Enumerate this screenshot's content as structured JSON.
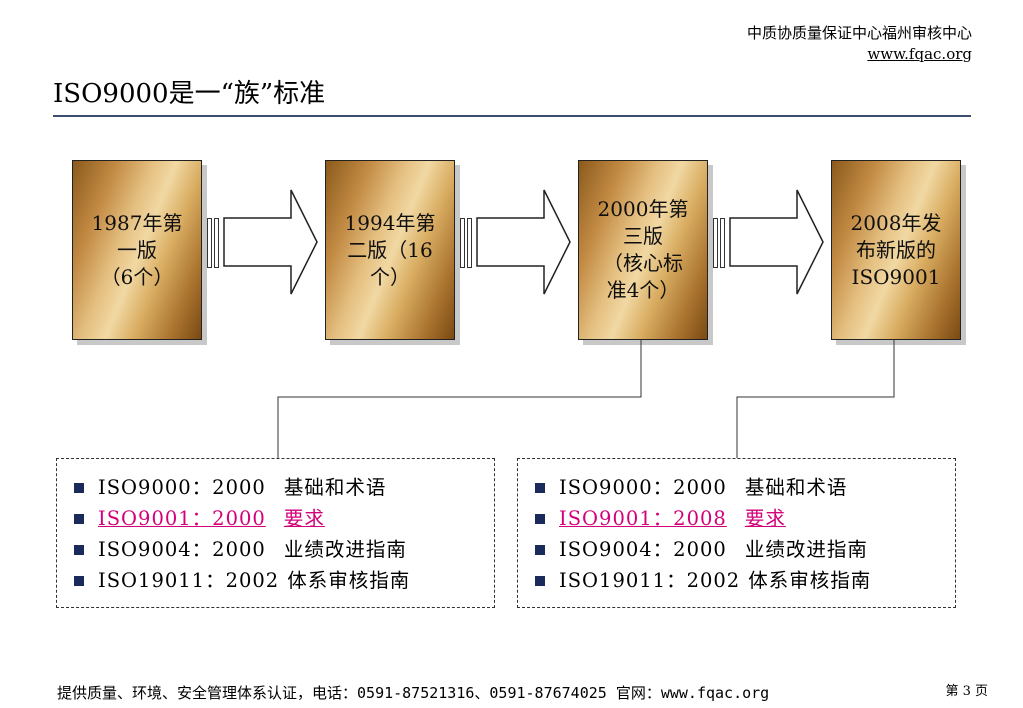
{
  "header": {
    "org_name": "中质协质量保证中心福州审核中心",
    "website": "www.fqac.org"
  },
  "title": "ISO9000是一“族”标准",
  "timeline": [
    {
      "label_lines": [
        "1987年第",
        "一版",
        "（6个）"
      ]
    },
    {
      "label_lines": [
        "1994年第",
        "二版（16",
        "个）"
      ]
    },
    {
      "label_lines": [
        "2000年第",
        "三版",
        "（核心标",
        "准4个）"
      ]
    },
    {
      "label_lines": [
        "2008年发",
        "布新版的",
        "ISO9001"
      ]
    }
  ],
  "lists": [
    {
      "items": [
        {
          "standard": "ISO9000：2000",
          "desc": "基础和术语",
          "highlight": false
        },
        {
          "standard": "ISO9001：2000",
          "desc": "要求",
          "highlight": true
        },
        {
          "standard": "ISO9004：2000",
          "desc": "业绩改进指南",
          "highlight": false
        },
        {
          "standard": "ISO19011：2002",
          "desc": "体系审核指南",
          "highlight": false
        }
      ]
    },
    {
      "items": [
        {
          "standard": "ISO9000：2000",
          "desc": "基础和术语",
          "highlight": false
        },
        {
          "standard": "ISO9001：2008",
          "desc": "要求",
          "highlight": true
        },
        {
          "standard": "ISO9004：2000",
          "desc": "业绩改进指南",
          "highlight": false
        },
        {
          "standard": "ISO19011：2002",
          "desc": "体系审核指南",
          "highlight": false
        }
      ]
    }
  ],
  "footer": {
    "text": "提供质量、环境、安全管理体系认证，电话：0591-87521316、0591-87674025  官网：www.fqac.org",
    "page": "第 3 页"
  },
  "colors": {
    "highlight": "#d4007a",
    "bullet": "#1a2a5a",
    "rule": "#3a4f6e"
  }
}
